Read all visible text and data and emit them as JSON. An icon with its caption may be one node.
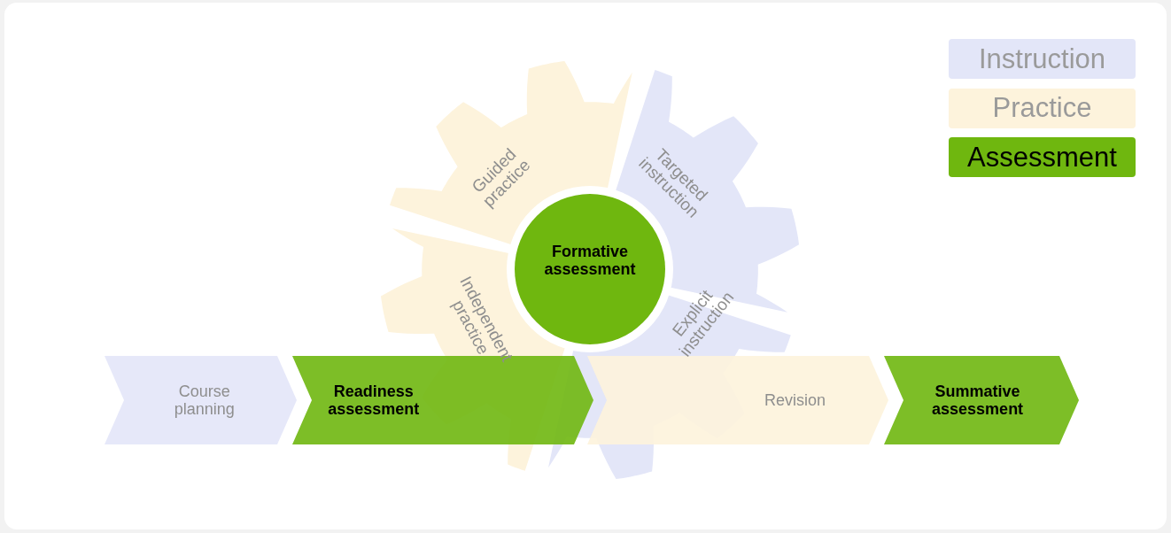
{
  "diagram": {
    "nodes": [
      {
        "text": [
          "Guided practice"
        ]
      },
      {
        "text": [
          "Targeted instruction"
        ]
      },
      {
        "text": [
          "Formative assessment"
        ]
      },
      {
        "text": [
          "Independent practice"
        ]
      },
      {
        "text": [
          "Explicit instruction"
        ]
      },
      {
        "text": [
          "Course planning"
        ]
      },
      {
        "text": [
          "Readiness assessment"
        ]
      },
      {
        "text": [
          "Revision"
        ]
      },
      {
        "text": [
          "Summative assessment"
        ]
      }
    ],
    "legend": [
      {
        "text": "Instruction",
        "color": "#e3e6f8"
      },
      {
        "text": "Practice",
        "color": "#fdf3dc"
      },
      {
        "text": "Assessment",
        "color": "#6fb70f"
      }
    ]
  }
}
